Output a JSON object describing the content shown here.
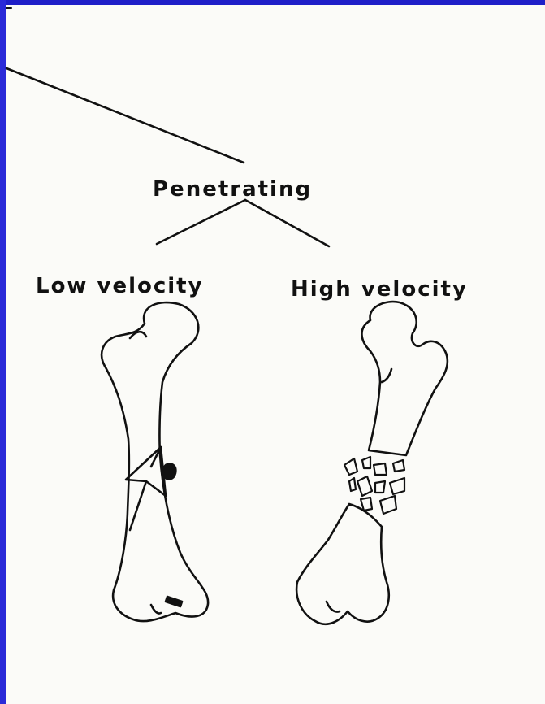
{
  "diagram": {
    "category_label": "Penetrating",
    "left_label": "Low velocity",
    "right_label": "High velocity"
  },
  "colors": {
    "frame": "#2b2bd6",
    "paper": "#fbfbf8",
    "ink": "#111111"
  }
}
